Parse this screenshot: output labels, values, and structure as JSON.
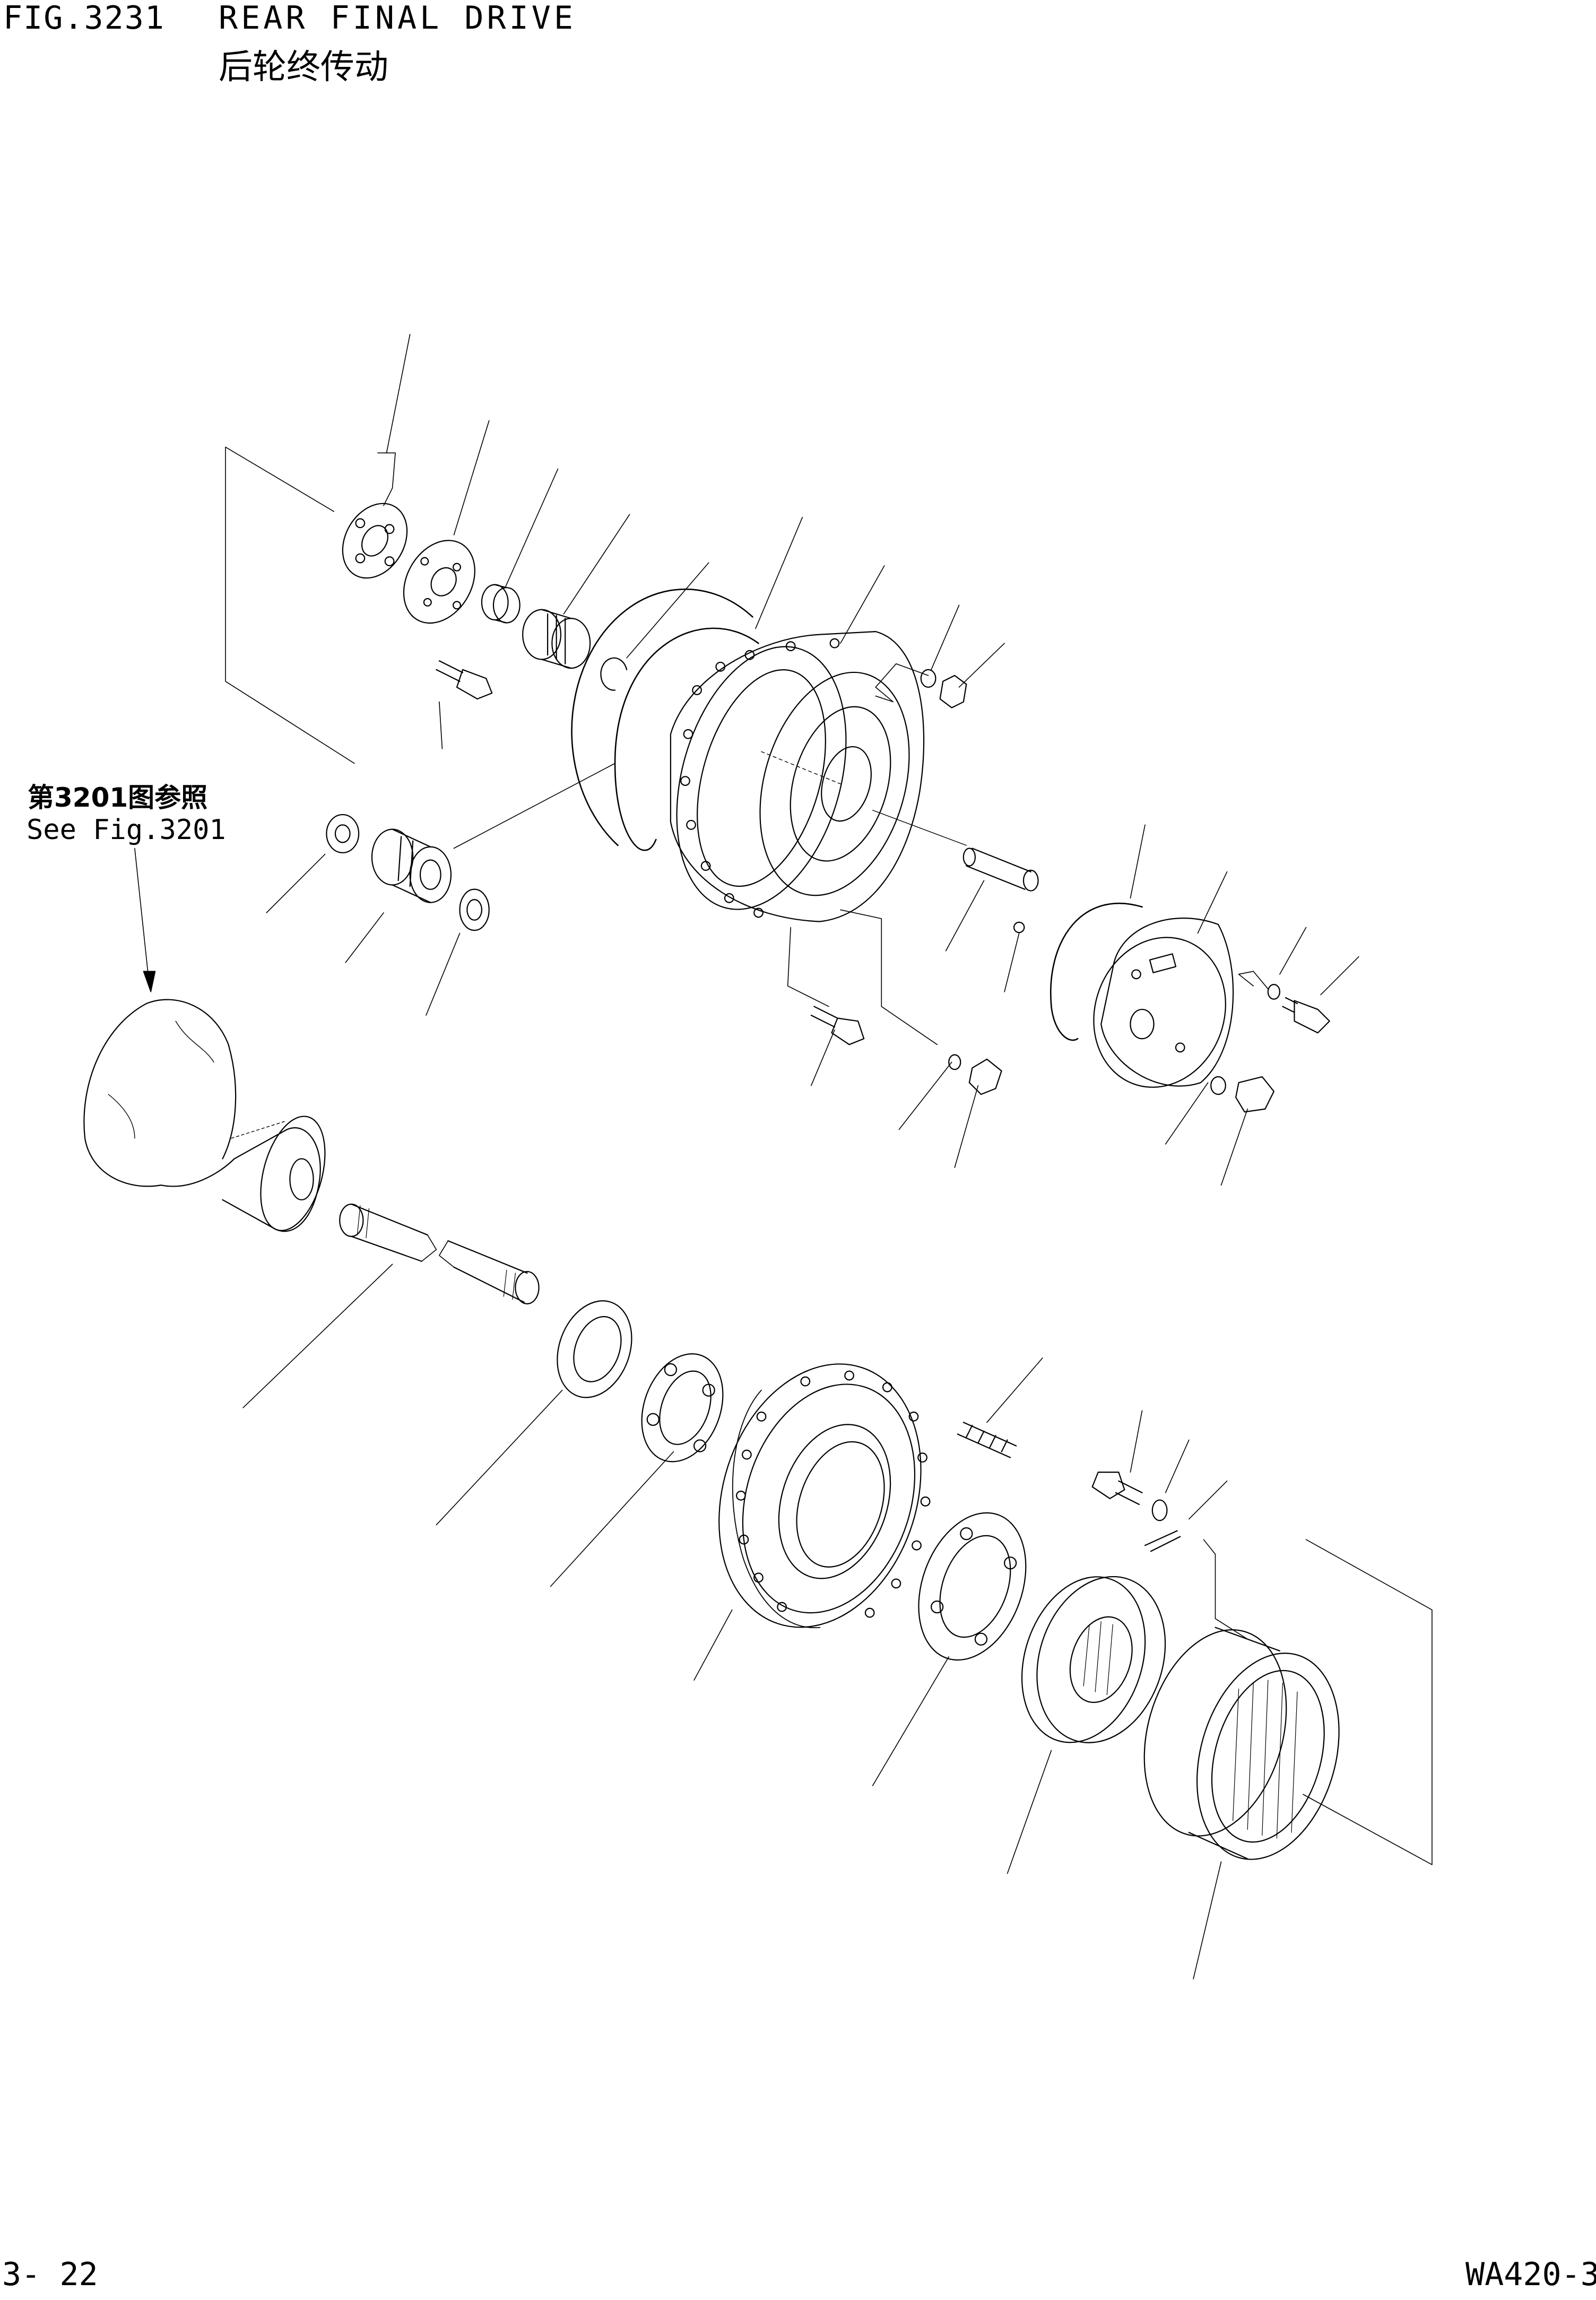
{
  "header": {
    "fig_number": "FIG.3231",
    "title": "REAR FINAL DRIVE",
    "title_cn": "后轮终传动"
  },
  "reference": {
    "label_cn": "第3201图参照",
    "label_en": "See Fig.3201"
  },
  "footer": {
    "page_number": "3- 22",
    "model_code": "WA420-3"
  }
}
